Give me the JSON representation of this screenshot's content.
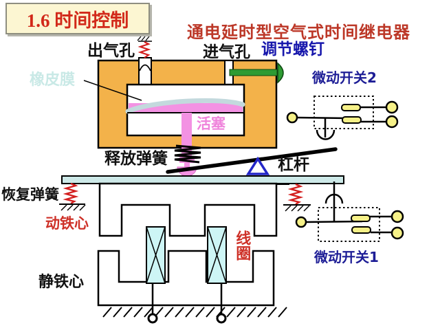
{
  "title": {
    "text": "1.6 时间控制"
  },
  "subtitle": "通电延时型空气式时间继电器",
  "labels": {
    "air_outlet": "出气孔",
    "air_inlet": "进气孔",
    "adjusting_screw": "调节螺钉",
    "micro_switch_2": "微动开关2",
    "rubber_membrane": "橡皮膜",
    "piston": "活塞",
    "release_spring": "释放弹簧",
    "lever": "杠杆",
    "recovery_spring": "恢复弹簧",
    "moving_iron_core": "动铁心",
    "coil": "线圈",
    "static_iron_core": "静铁心",
    "micro_switch_1": "微动开关1"
  },
  "colors": {
    "housing": "#F3B24A",
    "piston": "#F392E3",
    "membrane": "#C3D9DD",
    "bar": "#CDE9E8",
    "coil_fill": "#CDF5F5",
    "screw_green": "#2E9B33",
    "terminal_yellow": "#F6F188",
    "spring_red": "#D31F1F",
    "fulcrum_blue": "#2326C8",
    "title_red": "#D2291A",
    "subtitle_red": "#BC3727",
    "label_blue": "#1717AC",
    "switch_label_blue": "#1D1D96",
    "core_label_red": "#CE3128",
    "membrane_label_cyan": "#C9E9E6",
    "piston_label_pink": "#EF83DB"
  }
}
